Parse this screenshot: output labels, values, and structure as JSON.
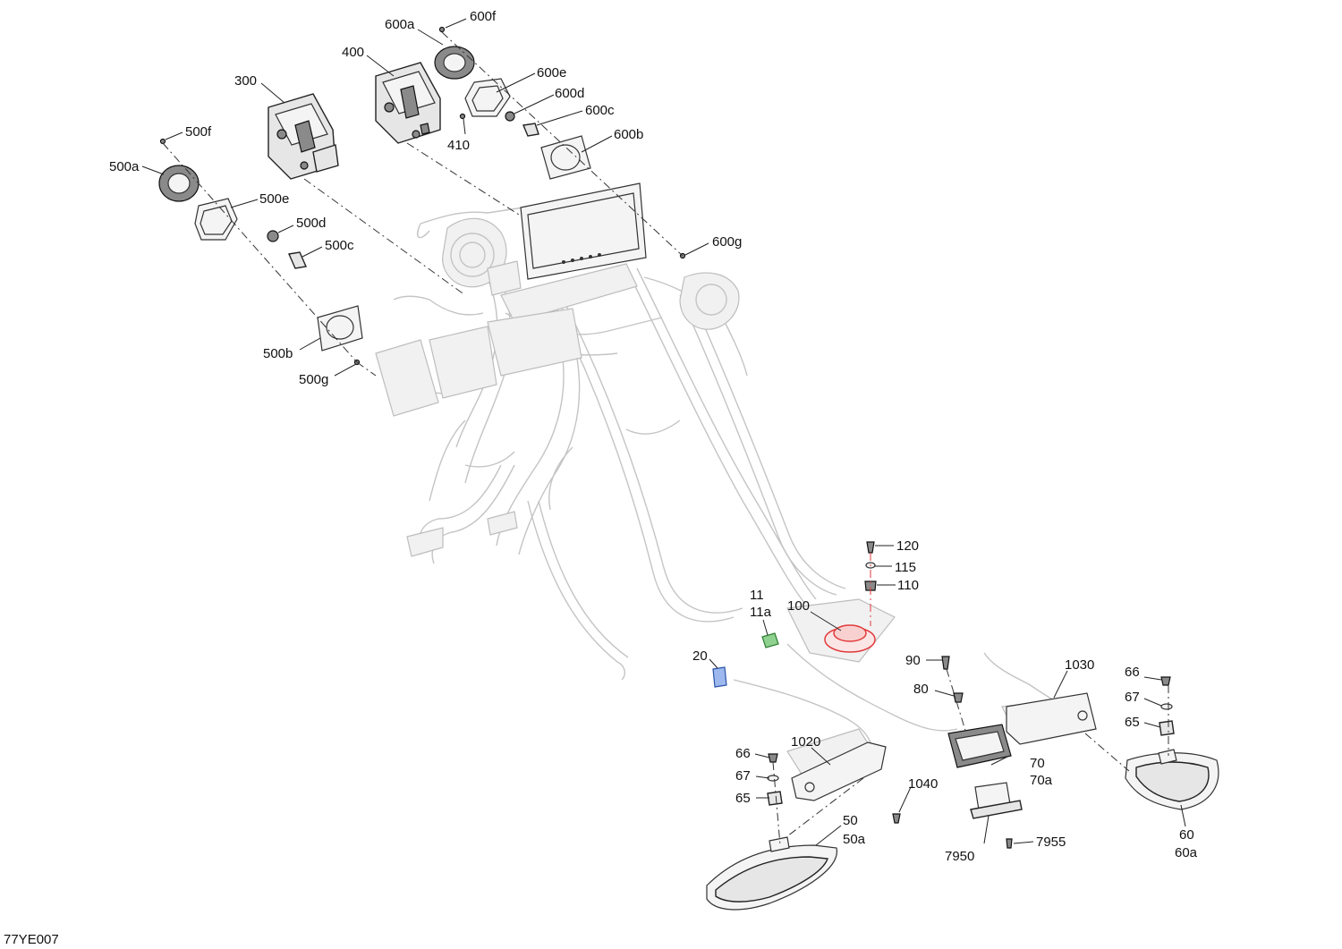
{
  "drawing_ref": "77YE007",
  "colors": {
    "line": "#222222",
    "ghost": "#c4c4c4",
    "highlight_red": "#e23a3a",
    "highlight_green": "#4caf50",
    "highlight_blue": "#3a6fd8"
  },
  "callouts": {
    "c600f": "600f",
    "c600a": "600a",
    "c400": "400",
    "c600e": "600e",
    "c600d": "600d",
    "c600c": "600c",
    "c300": "300",
    "c410": "410",
    "c600b": "600b",
    "c500f": "500f",
    "c500a": "500a",
    "c500e": "500e",
    "c500d": "500d",
    "c500c": "500c",
    "c600g": "600g",
    "c500b": "500b",
    "c500g": "500g",
    "c120": "120",
    "c115": "115",
    "c110": "110",
    "c11": "11",
    "c11a": "11a",
    "c100": "100",
    "c20": "20",
    "c90": "90",
    "c1030": "1030",
    "c66r": "66",
    "c80": "80",
    "c67r": "67",
    "c65r": "65",
    "c66l": "66",
    "c1020": "1020",
    "c70": "70",
    "c67l": "67",
    "c70a": "70a",
    "c1040": "1040",
    "c65l": "65",
    "c50": "50",
    "c50a": "50a",
    "c7955": "7955",
    "c7950": "7950",
    "c60": "60",
    "c60a": "60a"
  }
}
